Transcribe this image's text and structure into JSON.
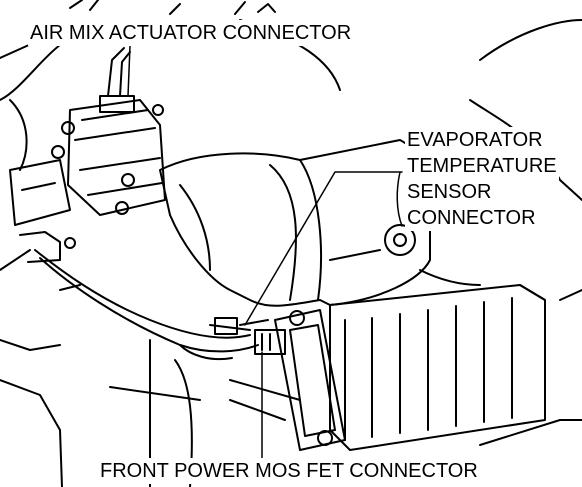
{
  "labels": {
    "air_mix_actuator_connector": "AIR MIX ACTUATOR CONNECTOR",
    "evaporator_temperature_sensor_connector": [
      "EVAPORATOR",
      "TEMPERATURE",
      "SENSOR",
      "CONNECTOR"
    ],
    "front_power_mos_fet_connector": "FRONT POWER MOS FET CONNECTOR"
  },
  "colors": {
    "line": "#000000",
    "background": "#ffffff"
  }
}
